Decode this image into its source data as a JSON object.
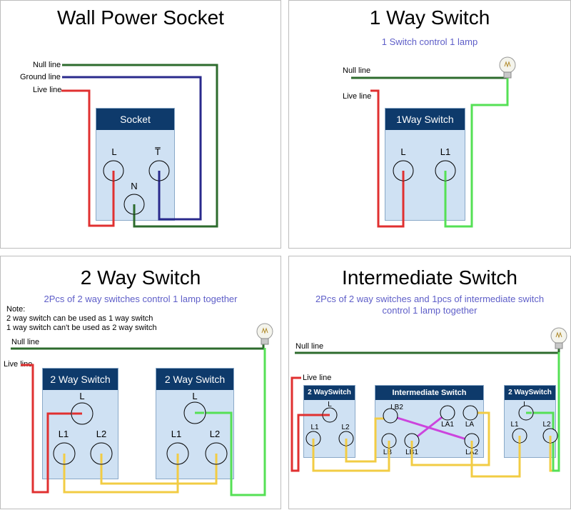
{
  "socket": {
    "title": "Wall Power Socket",
    "labels": {
      "null": "Null line",
      "ground": "Ground line",
      "live": "Live line"
    },
    "box_title": "Socket",
    "terminals": {
      "L": "L",
      "E": "T̅",
      "N": "N"
    }
  },
  "one_way": {
    "title": "1 Way Switch",
    "subtitle": "1 Switch control 1 lamp",
    "labels": {
      "null": "Null line",
      "live": "Live line"
    },
    "box_title": "1Way Switch",
    "terminals": {
      "L": "L",
      "L1": "L1"
    }
  },
  "two_way": {
    "title": "2 Way Switch",
    "subtitle": "2Pcs of 2 way switches control 1 lamp together",
    "note_lines": [
      "Note:",
      "2 way switch can be used as 1 way switch",
      "1 way switch can't be used as 2 way switch"
    ],
    "labels": {
      "null": "Null line",
      "live": "Live line"
    },
    "box_title": "2 Way Switch",
    "terminals": {
      "L": "L",
      "L1": "L1",
      "L2": "L2"
    }
  },
  "intermediate": {
    "title": "Intermediate Switch",
    "subtitle_lines": [
      "2Pcs of 2 way switches and 1pcs of intermediate switch",
      "control 1 lamp together"
    ],
    "labels": {
      "null": "Null line",
      "live": "Live line"
    },
    "left_box_title": "2 WaySwitch",
    "mid_box_title": "Intermediate Switch",
    "right_box_title": "2 WaySwitch",
    "terminals": {
      "L": "L",
      "L1": "L1",
      "L2": "L2",
      "LB2": "LB2",
      "LA1": "LA1",
      "LA": "LA",
      "LB": "LB",
      "LB1": "LB1",
      "LA2": "LA2"
    }
  },
  "colors": {
    "live": "#e03030",
    "null": "#2d6b2d",
    "ground": "#2a2a8c",
    "link": "#55e055",
    "traveler": "#f2cc44",
    "cross": "#cc44dd",
    "box": "#cfe1f3",
    "box_head": "#0e3a6b",
    "subtitle": "#5e5ec8"
  }
}
